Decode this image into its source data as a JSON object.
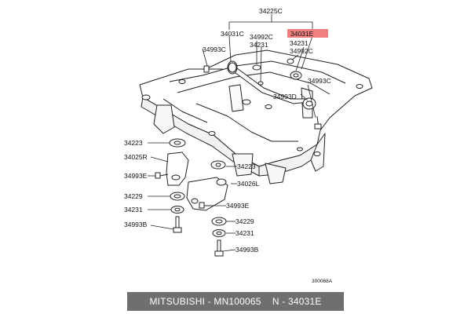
{
  "diagram": {
    "code": "300068A",
    "callouts": {
      "group_top": "34225C",
      "c34031c": "34031C",
      "c34992c_a": "34992C",
      "c34031e": "34031E",
      "c34231_a": "34231",
      "c34231_b": "34231",
      "c34992c_b": "34992C",
      "c34993c_a": "34993C",
      "c34993c_b": "34993C",
      "c34993d": "34993D",
      "c34223_a": "34223",
      "c34025r": "34025R",
      "c34993e_a": "34993E",
      "c34229_a": "34229",
      "c34231_c": "34231",
      "c34993b_a": "34993B",
      "c34223_b": "34223",
      "c34026l": "34026L",
      "c34993e_b": "34993E",
      "c34229_b": "34229",
      "c34231_d": "34231",
      "c34993b_b": "34993B"
    },
    "highlight_color": "#f08080"
  },
  "footer": {
    "brand": "MITSUBISHI",
    "sep1": " - ",
    "part_no": "MN100065",
    "sep2": "    N - ",
    "ref": "34031E"
  }
}
